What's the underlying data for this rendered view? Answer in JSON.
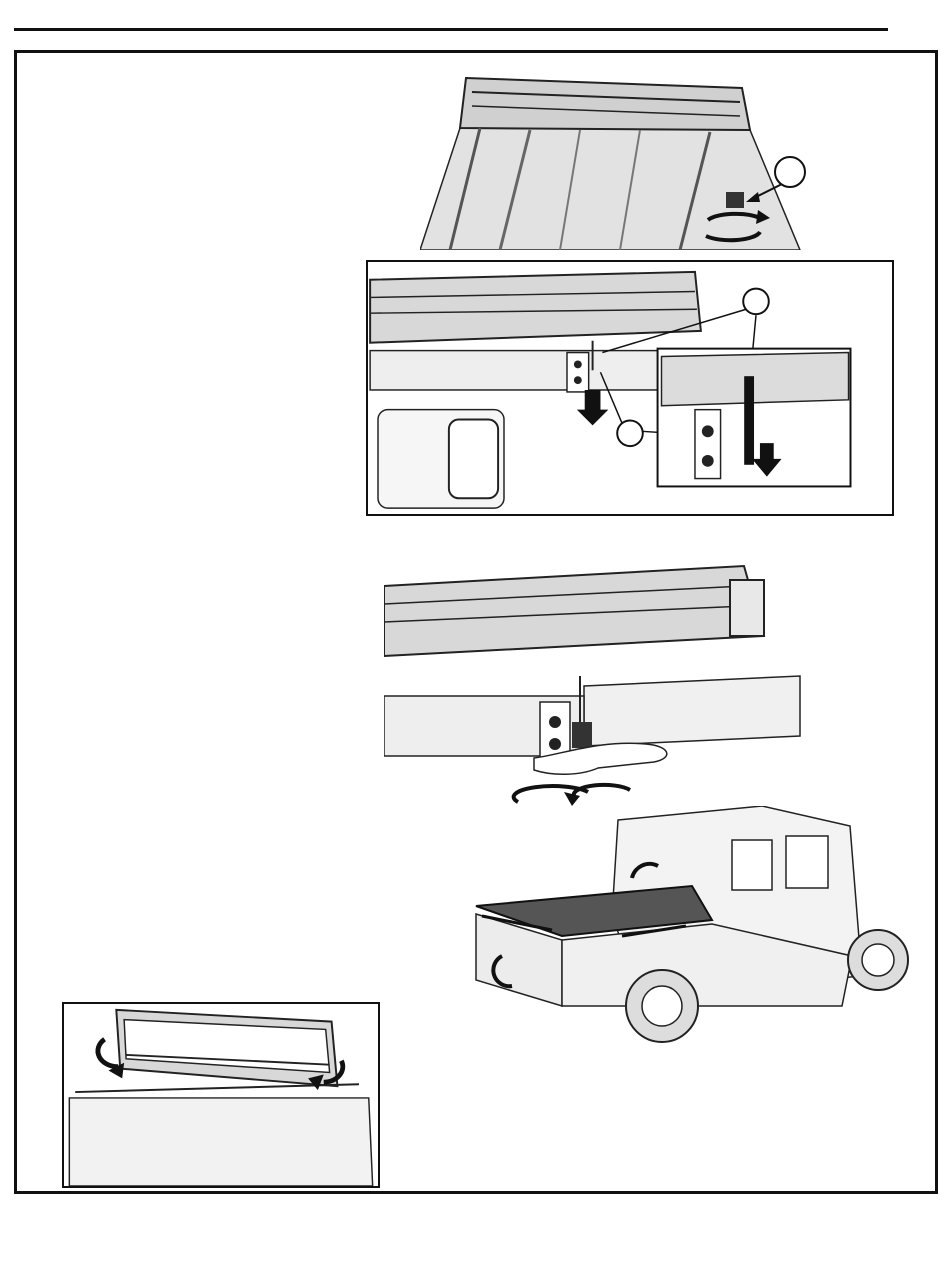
{
  "document": {
    "figures": [
      {
        "name": "tonneau-cover-rear-latch-knob",
        "callout": ""
      },
      {
        "name": "latch-pin-release-detail",
        "callouts": [
          "",
          ""
        ]
      },
      {
        "name": "hand-turning-latch-knob"
      },
      {
        "name": "jeep-gladiator-with-tonneau-cover"
      },
      {
        "name": "folded-cover-against-cab-inset"
      }
    ]
  }
}
